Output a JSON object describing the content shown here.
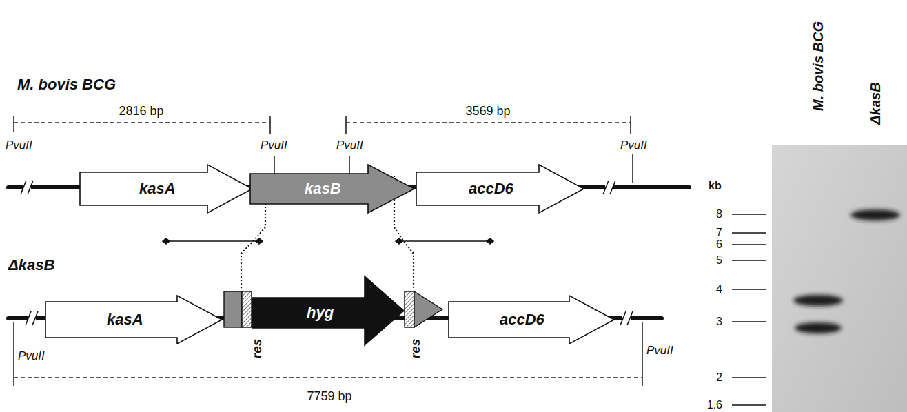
{
  "diagram": {
    "nodes": [
      {
        "text": [
          "kasA"
        ]
      },
      {
        "text": [
          "kasB"
        ]
      },
      {
        "text": [
          "accD6"
        ]
      },
      {
        "text": [
          "kasA"
        ]
      },
      {
        "text": [
          "hyg"
        ]
      },
      {
        "text": [
          "accD6"
        ]
      }
    ],
    "labels": [
      "M. bovis BCG",
      "2816 bp",
      "3569 bp",
      "PvuII",
      "PvuII",
      "PvuII",
      "PvuII",
      "ΔkasB",
      "res",
      "res",
      "PvuII",
      "PvuII",
      "7759 bp",
      "M. bovis BCG",
      "ΔkasB",
      "kb",
      "8",
      "7",
      "6",
      "5",
      "4",
      "3",
      "2",
      "1.6"
    ]
  }
}
